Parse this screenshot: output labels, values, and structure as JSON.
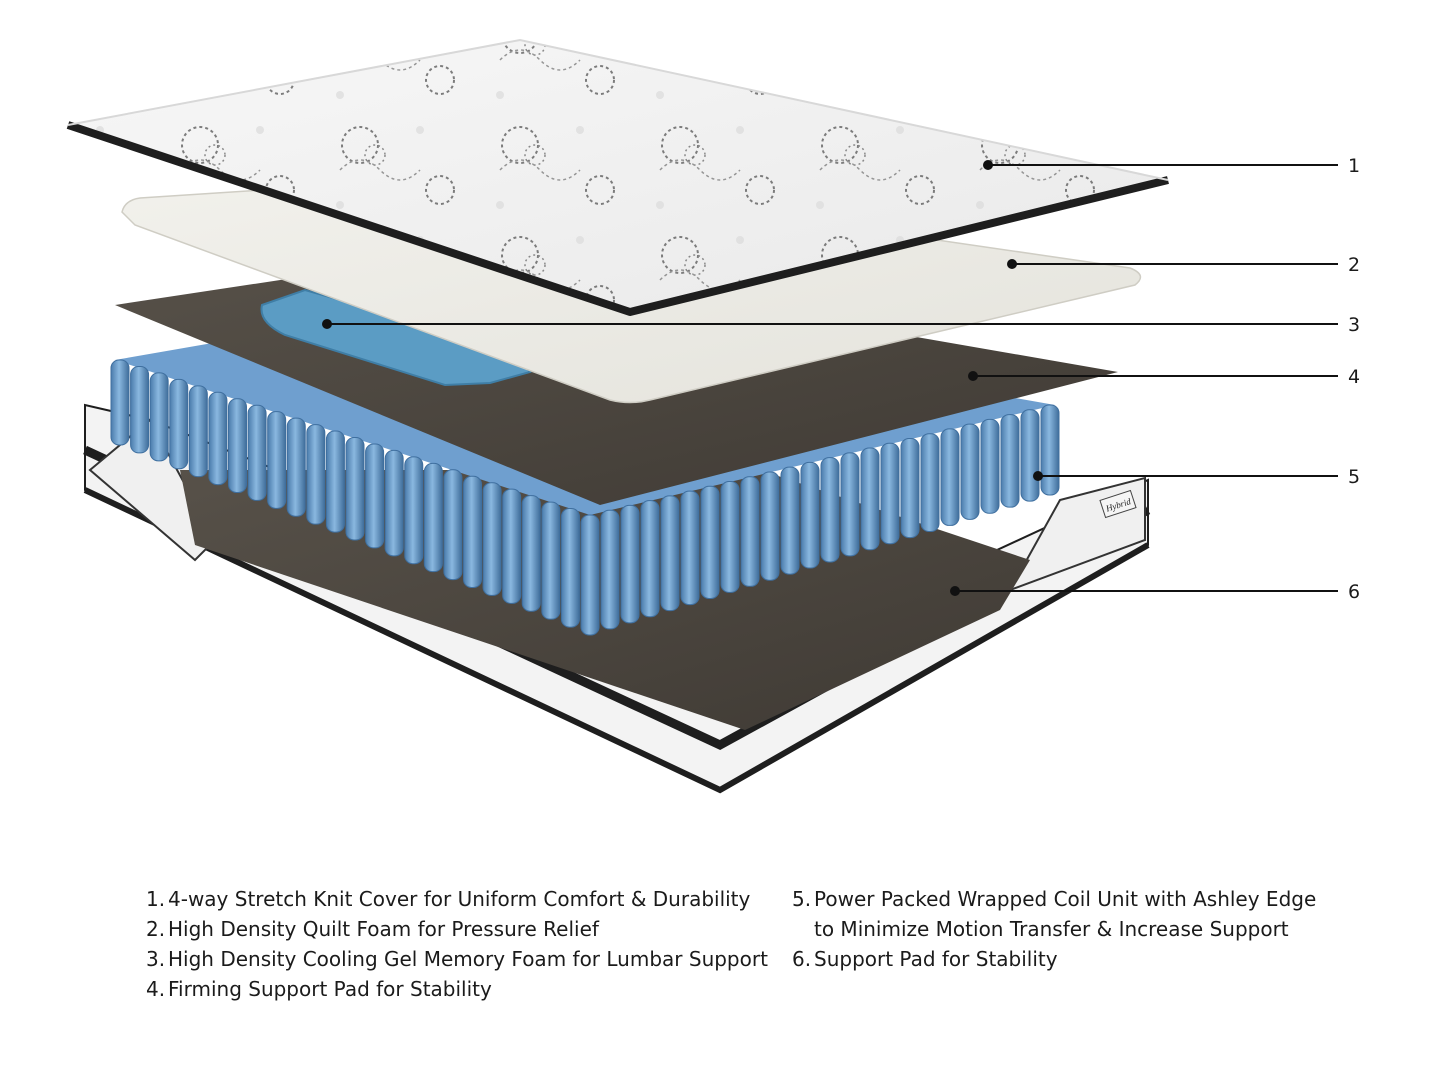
{
  "diagram": {
    "brand_tag": "Hybrid",
    "callouts": [
      {
        "number": "1"
      },
      {
        "number": "2"
      },
      {
        "number": "3"
      },
      {
        "number": "4"
      },
      {
        "number": "5"
      },
      {
        "number": "6"
      }
    ],
    "legend": [
      {
        "num": "1.",
        "line1": "4-way Stretch Knit Cover for Uniform Comfort & Durability"
      },
      {
        "num": "2.",
        "line1": "High Density Quilt Foam for Pressure Relief"
      },
      {
        "num": "3.",
        "line1": "High Density Cooling Gel Memory Foam for Lumbar Support"
      },
      {
        "num": "4.",
        "line1": "Firming Support Pad for Stability"
      },
      {
        "num": "5.",
        "line1": "Power Packed Wrapped Coil Unit with Ashley Edge",
        "line2": "to Minimize Motion Transfer & Increase Support"
      },
      {
        "num": "6.",
        "line1": "Support Pad for Stability"
      }
    ],
    "colors": {
      "coil": "#6f9fcf",
      "coil_dark": "#3f6f9f",
      "gel": "#5b9cc4",
      "pad": "#4f4a43",
      "foam": "#ebeae4",
      "cover": "#f4f4f4",
      "border": "#1e1e1e"
    }
  }
}
